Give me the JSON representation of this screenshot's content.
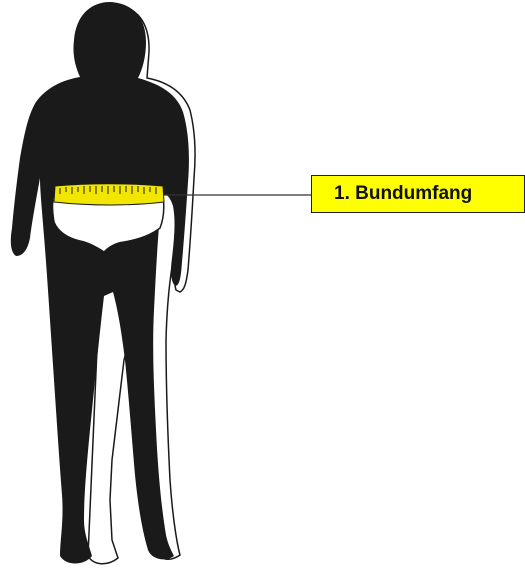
{
  "measurement": {
    "label": "1. Bundumfang"
  },
  "colors": {
    "silhouette": "#1a1a1a",
    "outline": "#ffffff",
    "underwear": "#ffffff",
    "tape": "#f2e600",
    "label_background": "#ffff00",
    "leader_line": "#333333"
  },
  "icons": {
    "figure": "human-silhouette",
    "tape": "measuring-tape"
  }
}
